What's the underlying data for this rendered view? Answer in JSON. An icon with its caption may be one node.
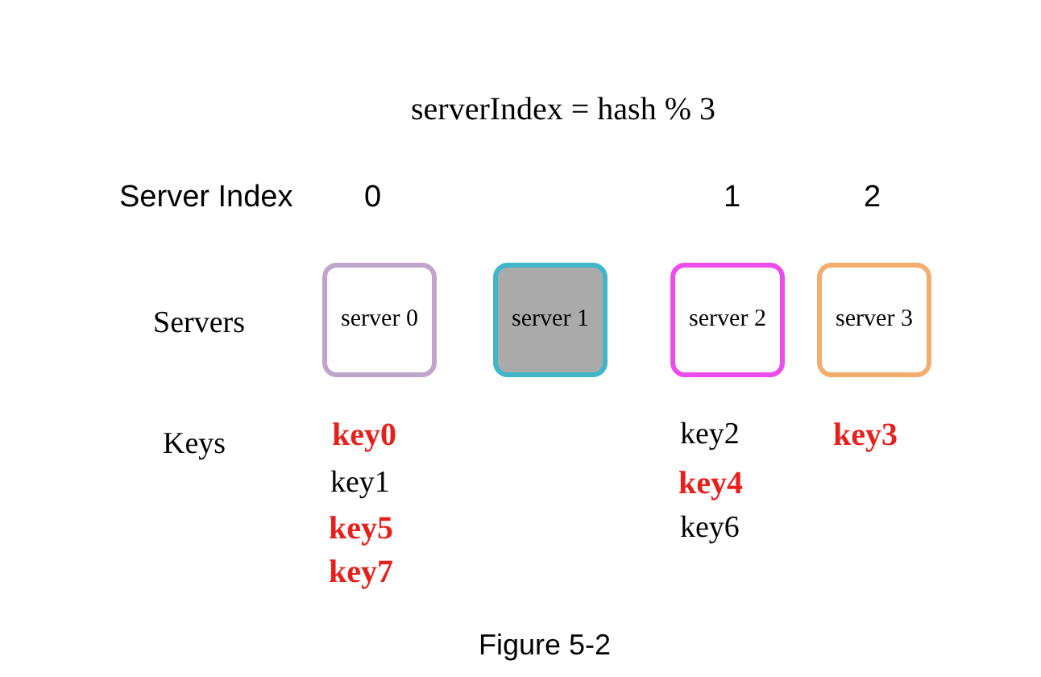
{
  "diagram": {
    "title": "serverIndex = hash % 3",
    "caption": "Figure 5-2",
    "nodes": [
      {
        "text": [
          "server 0"
        ]
      },
      {
        "text": [
          "server 1"
        ]
      },
      {
        "text": [
          "server 2"
        ]
      },
      {
        "text": [
          "server 3"
        ]
      }
    ],
    "labels": [
      "Server Index",
      "0",
      "1",
      "2",
      "Servers",
      "Keys",
      "key0",
      "key2",
      "key3",
      "key1",
      "key4",
      "key5",
      "key6",
      "key7"
    ]
  }
}
